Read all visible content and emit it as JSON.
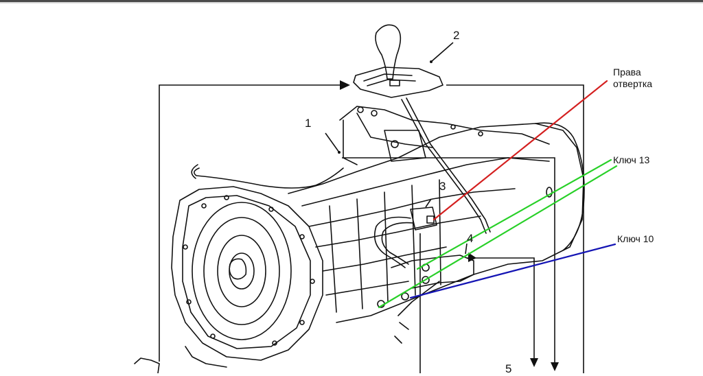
{
  "diagram": {
    "subject": "transmission-assembly",
    "part_labels": [
      "1",
      "2",
      "3",
      "4",
      "5"
    ],
    "annotations": {
      "screwdriver": {
        "line1": "Права",
        "line2": "отвертка",
        "color": "#d42020"
      },
      "wrench13": {
        "text": "Ключ 13",
        "color": "#28d028"
      },
      "wrench10": {
        "text": "Ключ 10",
        "color": "#1414b4"
      }
    },
    "line_color": "#111111"
  }
}
